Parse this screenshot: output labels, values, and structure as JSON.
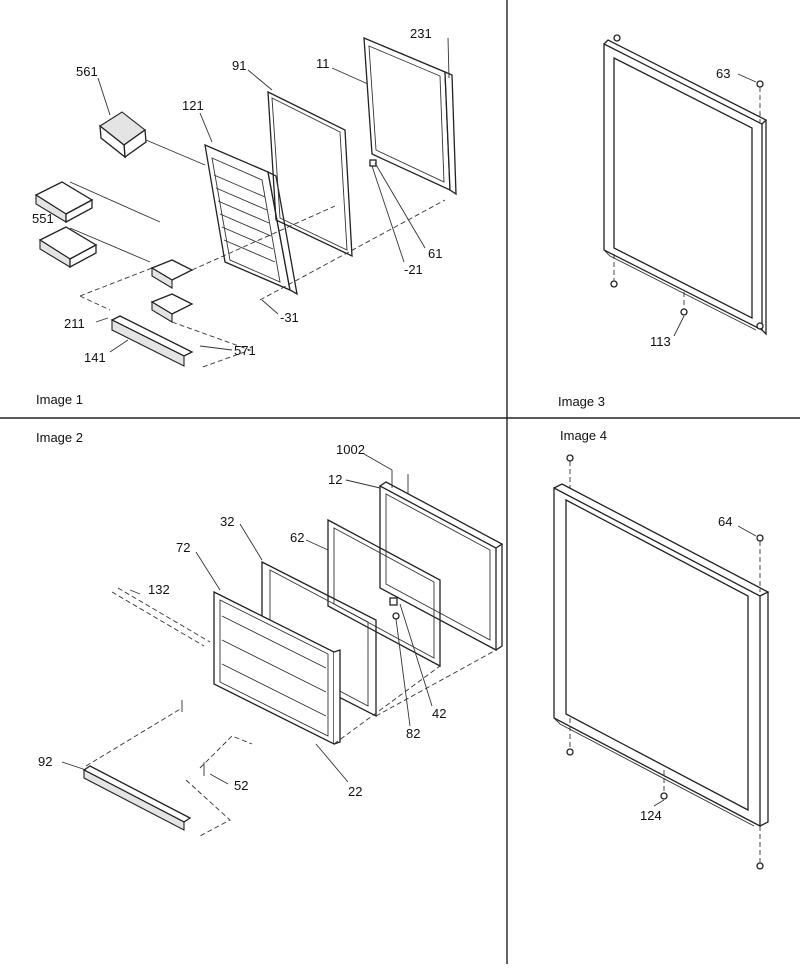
{
  "panels": [
    {
      "caption": "Image 1",
      "callouts": {
        "c561": "561",
        "c121": "121",
        "c91": "91",
        "c11": "11",
        "c231": "231",
        "c551": "551",
        "c61": "61",
        "c21": "-21",
        "c31": "-31",
        "c211": "211",
        "c141": "141",
        "c571": "571"
      }
    },
    {
      "caption": "Image 2",
      "callouts": {
        "c1002": "1002",
        "c12": "12",
        "c32": "32",
        "c62": "62",
        "c72": "72",
        "c132": "132",
        "c42": "42",
        "c82": "82",
        "c92": "92",
        "c52": "52",
        "c22": "22"
      }
    },
    {
      "caption": "Image 3",
      "callouts": {
        "c63": "63",
        "c113": "113"
      }
    },
    {
      "caption": "Image 4",
      "callouts": {
        "c64": "64",
        "c124": "124"
      }
    }
  ]
}
